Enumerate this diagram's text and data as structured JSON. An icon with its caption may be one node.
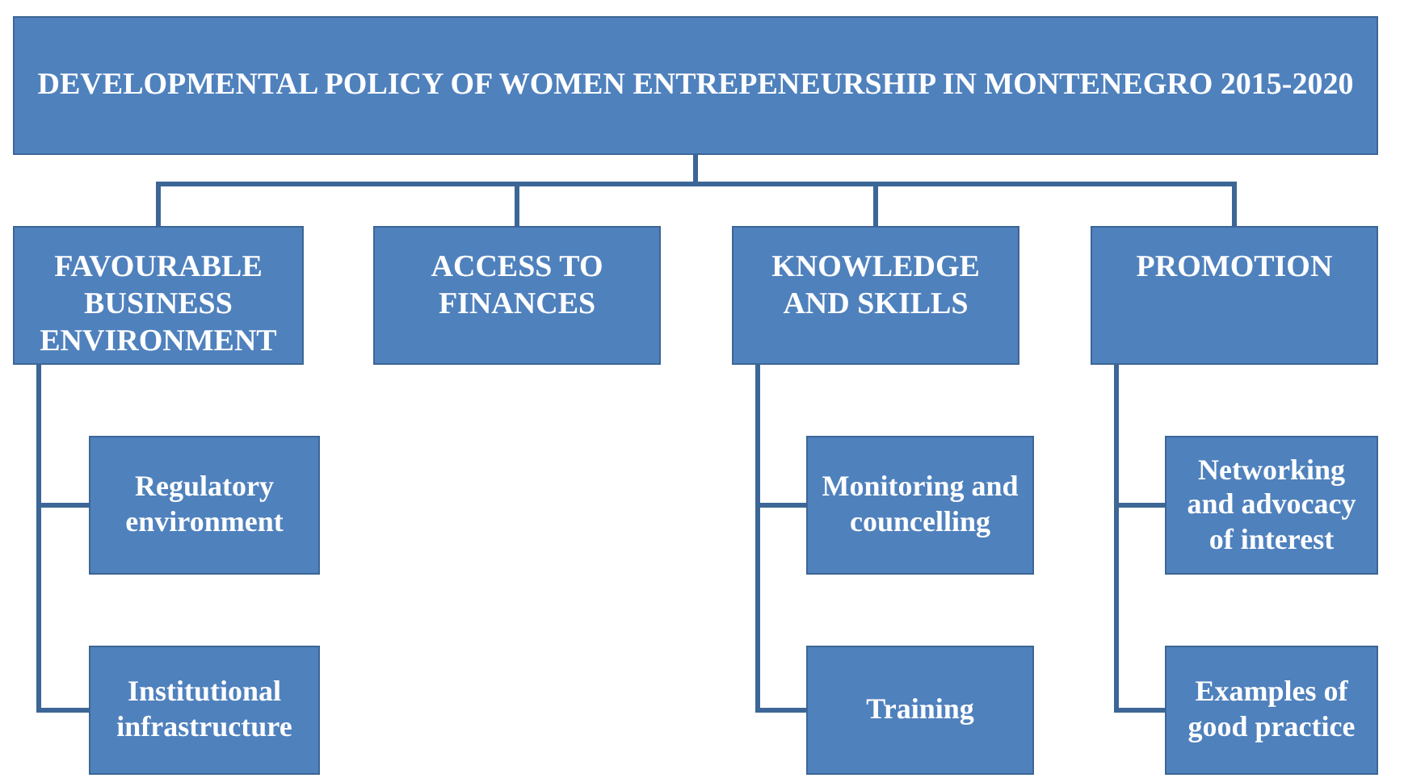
{
  "diagram": {
    "nodes": [
      {
        "text": [
          "DEVELOPMENTAL POLICY OF WOMEN ENTREPENEURSHIP IN MONTENEGRO 2015-2020"
        ]
      },
      {
        "text": [
          "FAVOURABLE BUSINESS ENVIRONMENT"
        ]
      },
      {
        "text": [
          "ACCESS TO FINANCES"
        ]
      },
      {
        "text": [
          "KNOWLEDGE AND SKILLS"
        ]
      },
      {
        "text": [
          "PROMOTION"
        ]
      },
      {
        "text": [
          "Regulatory environment"
        ]
      },
      {
        "text": [
          "Institutional infrastructure"
        ]
      },
      {
        "text": [
          "Monitoring and councelling"
        ]
      },
      {
        "text": [
          "Training"
        ]
      },
      {
        "text": [
          "Networking and advocacy of interest"
        ]
      },
      {
        "text": [
          "Examples of good practice"
        ]
      }
    ],
    "edges": [
      {
        "from": 0,
        "to": 1,
        "arrow": "none"
      },
      {
        "from": 0,
        "to": 2,
        "arrow": "none"
      },
      {
        "from": 0,
        "to": 3,
        "arrow": "none"
      },
      {
        "from": 0,
        "to": 4,
        "arrow": "none"
      },
      {
        "from": 1,
        "to": 5,
        "arrow": "none"
      },
      {
        "from": 1,
        "to": 6,
        "arrow": "none"
      },
      {
        "from": 3,
        "to": 7,
        "arrow": "none"
      },
      {
        "from": 3,
        "to": 8,
        "arrow": "none"
      },
      {
        "from": 4,
        "to": 9,
        "arrow": "none"
      },
      {
        "from": 4,
        "to": 10,
        "arrow": "none"
      }
    ]
  }
}
